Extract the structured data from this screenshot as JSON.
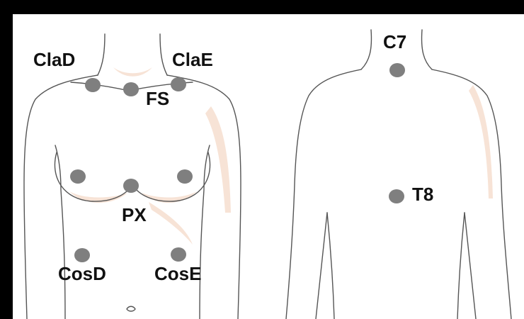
{
  "colors": {
    "frame": "#000000",
    "background": "#ffffff",
    "outline": "#555555",
    "skin_shading": "#f7e3d6",
    "electrode": "#7f7f7f",
    "label": "#111111"
  },
  "front_view": {
    "electrodes": [
      {
        "id": "clad",
        "label": "ClaD"
      },
      {
        "id": "clae",
        "label": "ClaE"
      },
      {
        "id": "fs",
        "label": "FS"
      },
      {
        "id": "px",
        "label": "PX"
      },
      {
        "id": "cosd",
        "label": "CosD"
      },
      {
        "id": "cose",
        "label": "CosE"
      },
      {
        "id": "breast-left",
        "label": ""
      },
      {
        "id": "breast-right",
        "label": ""
      }
    ]
  },
  "back_view": {
    "electrodes": [
      {
        "id": "c7",
        "label": "C7"
      },
      {
        "id": "t8",
        "label": "T8"
      }
    ]
  }
}
